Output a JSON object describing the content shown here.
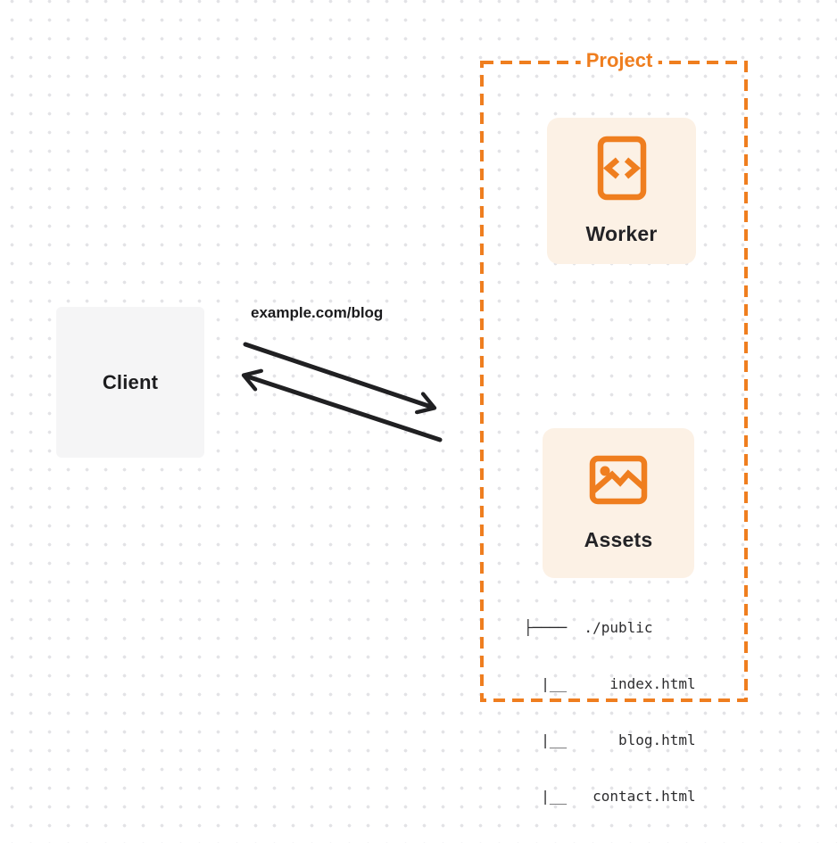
{
  "page": {
    "background_dot_color": "#e3e3e6"
  },
  "client": {
    "label": "Client",
    "bg_color": "#f5f5f6"
  },
  "request": {
    "label": "example.com/blog",
    "arrow_color": "#202022",
    "arrows": [
      "client-to-project",
      "project-to-client"
    ]
  },
  "project": {
    "label": "Project",
    "accent_color": "#ef7e1f",
    "card_bg_color": "#fcf1e5",
    "cards": {
      "worker": {
        "label": "Worker",
        "icon": "code-file-icon"
      },
      "assets": {
        "label": "Assets",
        "icon": "image-icon"
      }
    },
    "file_tree": {
      "lines": [
        "├────  ./public",
        "  |__     index.html",
        "  |__      blog.html",
        "  |__   contact.html"
      ]
    }
  }
}
